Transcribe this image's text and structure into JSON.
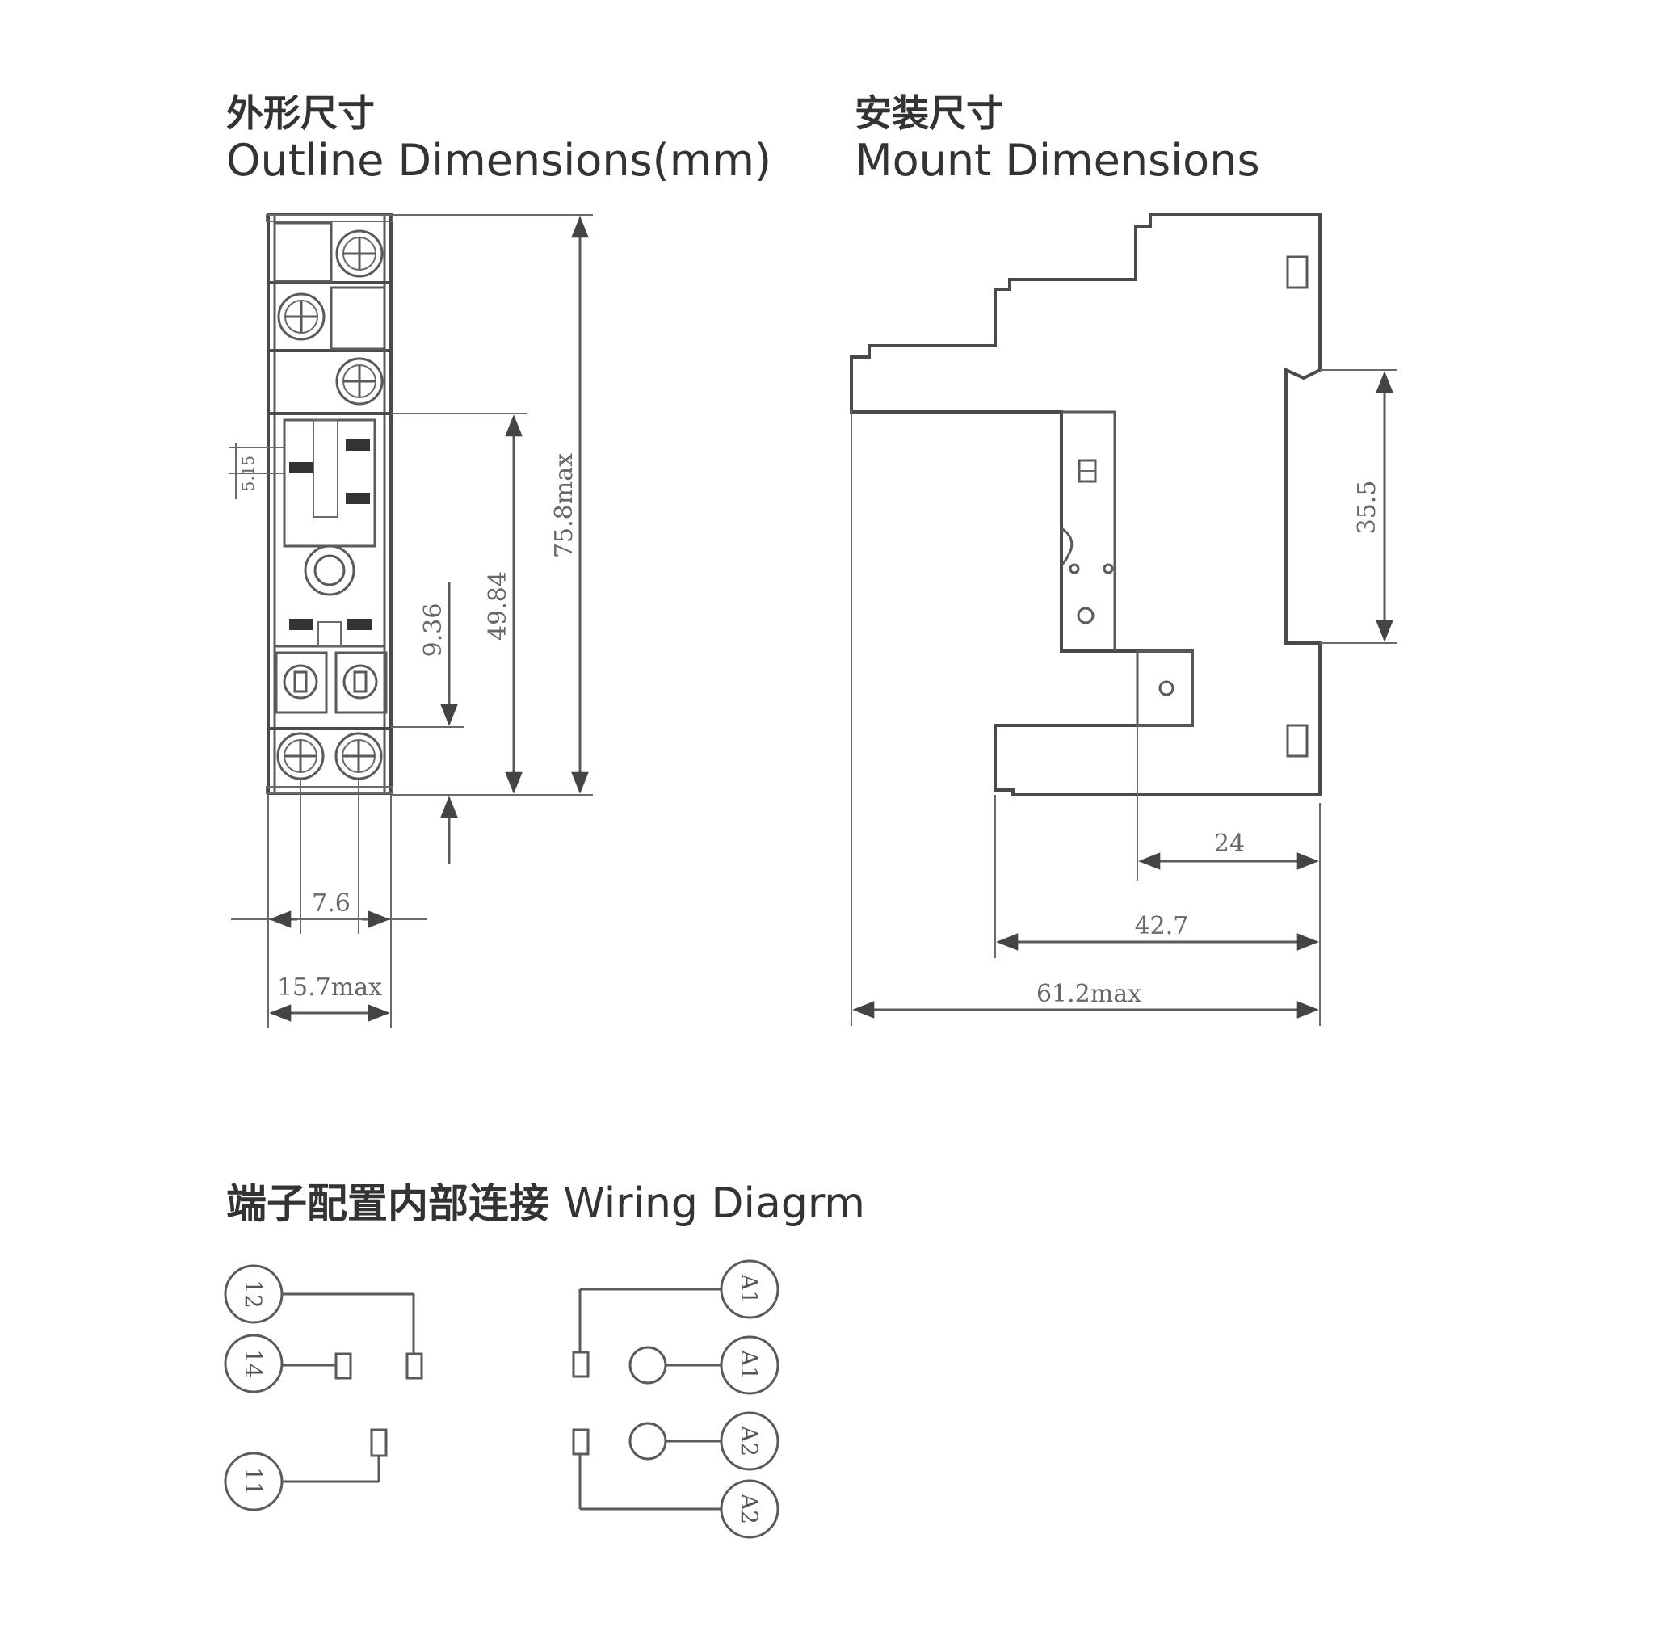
{
  "outline": {
    "title_zh": "外形尺寸",
    "title_en": "Outline Dimensions(mm)",
    "dims": {
      "height_total": "75.8max",
      "height_mid": "49.84",
      "height_low": "9.36",
      "small": "5.15",
      "pin_pitch": "7.6",
      "width": "15.7max"
    }
  },
  "mount": {
    "title_zh": "安装尺寸",
    "title_en": "Mount Dimensions",
    "dims": {
      "rail": "35.5",
      "d1": "24",
      "d2": "42.7",
      "d3": "61.2max"
    }
  },
  "wiring": {
    "title_zh": "端子配置内部连接",
    "title_en": "Wiring Diagrm",
    "terminals": {
      "t12": "12",
      "t14": "14",
      "t11": "11",
      "a1_top": "A1",
      "a1_mid": "A1",
      "a2_mid": "A2",
      "a2_bot": "A2"
    }
  }
}
